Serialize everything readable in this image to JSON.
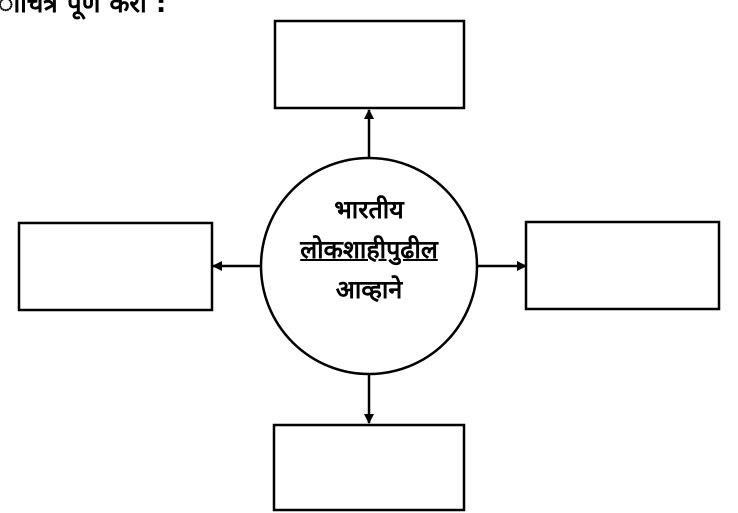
{
  "instruction": "ाचित्र पूर्ण करा :",
  "center": {
    "line1": "भारतीय",
    "line2": "लोकशाहीपुढील",
    "line3": "आव्हाने"
  },
  "boxes": {
    "top": "",
    "left": "",
    "right": "",
    "bottom": ""
  }
}
